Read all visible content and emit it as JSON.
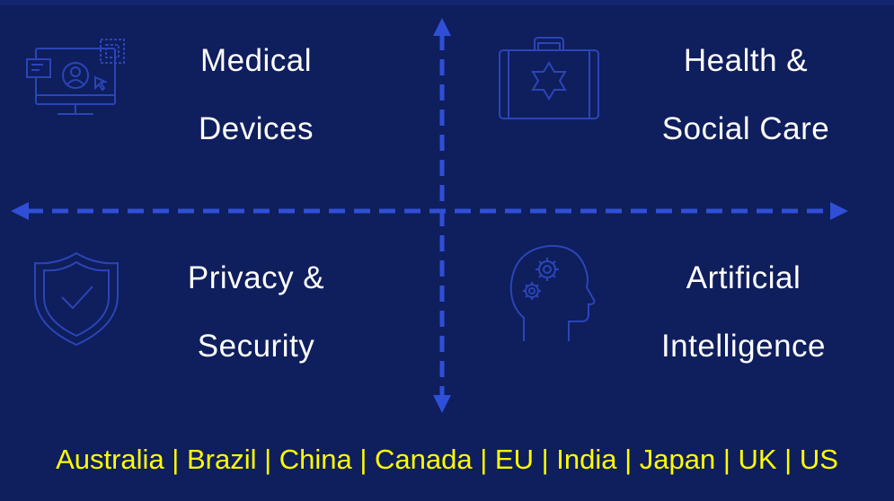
{
  "quadrants": {
    "top_left": {
      "line1": "Medical",
      "line2": "Devices",
      "icon": "monitor-user-icon"
    },
    "top_right": {
      "line1": "Health &",
      "line2": "Social Care",
      "icon": "medical-kit-icon"
    },
    "bottom_left": {
      "line1": "Privacy &",
      "line2": "Security",
      "icon": "shield-check-icon"
    },
    "bottom_right": {
      "line1": "Artificial",
      "line2": "Intelligence",
      "icon": "head-gears-icon"
    }
  },
  "jurisdictions": "Australia | Brazil | China | Canada | EU | India | Japan | UK | US",
  "colors": {
    "background": "#0f1e5c",
    "axis": "#2f4fd6",
    "icon": "#2a45b8",
    "label": "#ffffff",
    "jurisdictions": "#ffff00"
  }
}
